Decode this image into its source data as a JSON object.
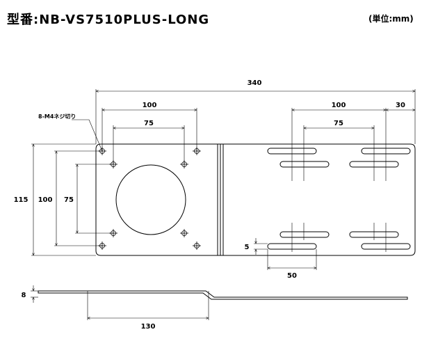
{
  "header": {
    "title": "型番:NB-VS7510PLUS-LONG",
    "unit": "(単位:mm)"
  },
  "annotations": {
    "hole_note": "8-M4ネジ切り"
  },
  "dimensions": {
    "overall_width": "340",
    "left_pitch_outer": "100",
    "left_pitch_inner": "75",
    "right_pitch_outer": "100",
    "right_pitch_inner": "75",
    "right_edge_offset": "30",
    "overall_height": "115",
    "vertical_pitch_outer": "100",
    "vertical_pitch_inner": "75",
    "slot_width": "5",
    "slot_length": "50",
    "thickness": "8",
    "side_length": "130"
  }
}
